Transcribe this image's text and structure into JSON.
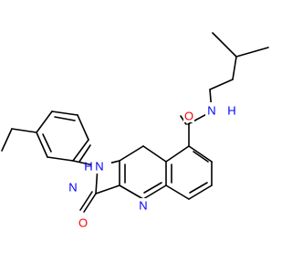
{
  "colors": {
    "background": "#ffffff",
    "bond": "#000000",
    "carbon": "#000000",
    "nitrogen": "#0000ff",
    "oxygen": "#ff0000"
  },
  "atoms": [
    {
      "id": "O_amide",
      "label": "O",
      "element": "O"
    },
    {
      "id": "N_amide",
      "label": "N",
      "element": "N"
    },
    {
      "id": "H_amide",
      "label": "H",
      "element": "N"
    },
    {
      "id": "N1",
      "label": "N",
      "element": "N"
    },
    {
      "id": "H1",
      "label": "H",
      "element": "N"
    },
    {
      "id": "N2",
      "label": "N",
      "element": "N"
    },
    {
      "id": "O_keto",
      "label": "O",
      "element": "O"
    },
    {
      "id": "N_quin",
      "label": "N",
      "element": "N"
    }
  ]
}
